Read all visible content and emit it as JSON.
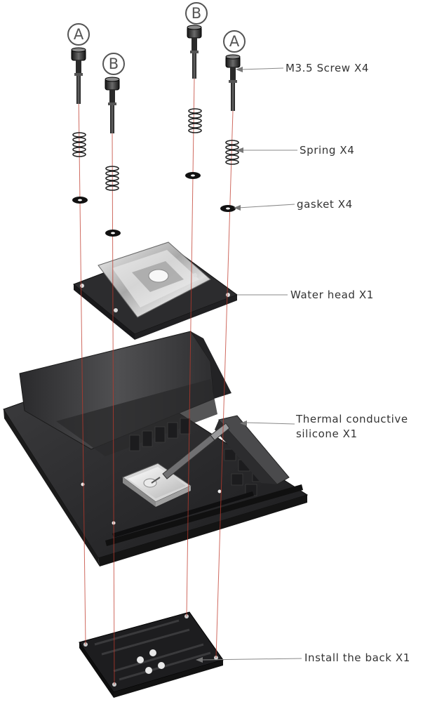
{
  "markers": {
    "a_left": "A",
    "b_left": "B",
    "b_right": "B",
    "a_right": "A"
  },
  "labels": {
    "screw": "M3.5 Screw X4",
    "spring": "Spring X4",
    "gasket": "gasket X4",
    "water_head": "Water head X1",
    "thermal_line1": "Thermal conductive",
    "thermal_line2": "silicone X1",
    "backplate": "Install the back X1"
  },
  "colors": {
    "guide_line": "#c0392b",
    "leader_line": "#888888",
    "board": "#2b2b2d",
    "metal": "#3a3a3c"
  }
}
